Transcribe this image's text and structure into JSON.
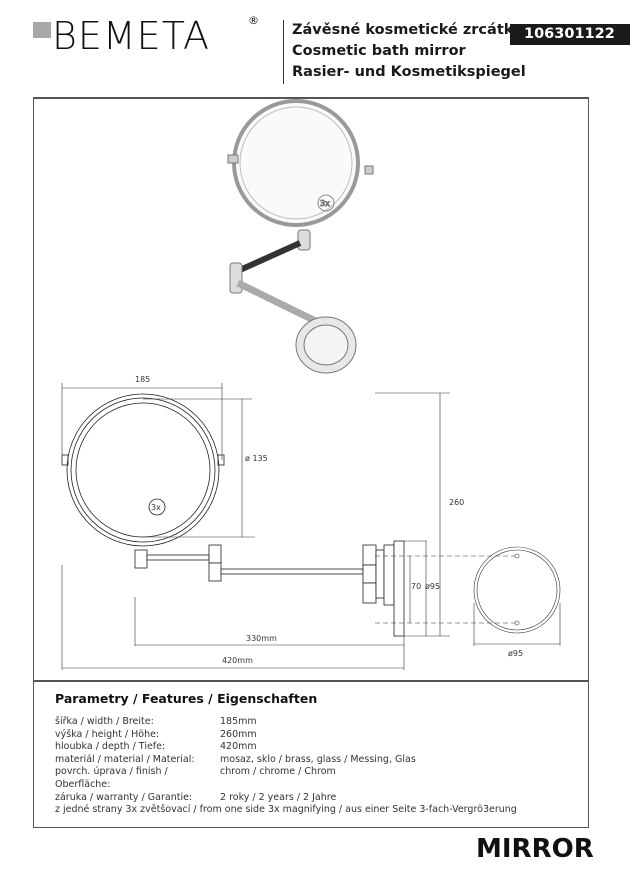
{
  "header": {
    "brand": "BEMETA",
    "registered_mark": "®",
    "titles": [
      "Závěsné kosmetické zrcátko",
      "Cosmetic bath mirror",
      "Rasier- und Kosmetikspiegel"
    ],
    "product_code": "106301122"
  },
  "drawing": {
    "magnify_badge": "3x",
    "dim_width": "185",
    "dim_diameter_mirror": "ø 135",
    "dim_height": "260",
    "dim_holes": "70",
    "dim_plate": "ø95",
    "dim_arm": "330mm",
    "dim_depth": "420mm",
    "dim_plate_front": "ø95"
  },
  "features": {
    "title": "Parametry / Features / Eigenschaften",
    "rows": [
      {
        "label": "šířka / width / Breite:",
        "value": "185mm"
      },
      {
        "label": "výška / height / Höhe:",
        "value": "260mm"
      },
      {
        "label": "hloubka / depth / Tiefe:",
        "value": "420mm"
      },
      {
        "label": "materiál / material / Material:",
        "value": "mosaz, sklo / brass, glass / Messing, Glas"
      },
      {
        "label": "povrch. úprava / finish / Oberfläche:",
        "value": "chrom / chrome / Chrom"
      },
      {
        "label": "záruka / warranty / Garantie:",
        "value": "2 roky / 2 years / 2 Jahre"
      }
    ],
    "note": "z jedné strany 3x zvětšovací / from one side 3x magnifying / aus einer Seite 3-fach-Vergrö3erung"
  },
  "footer": {
    "category": "MIRROR"
  }
}
